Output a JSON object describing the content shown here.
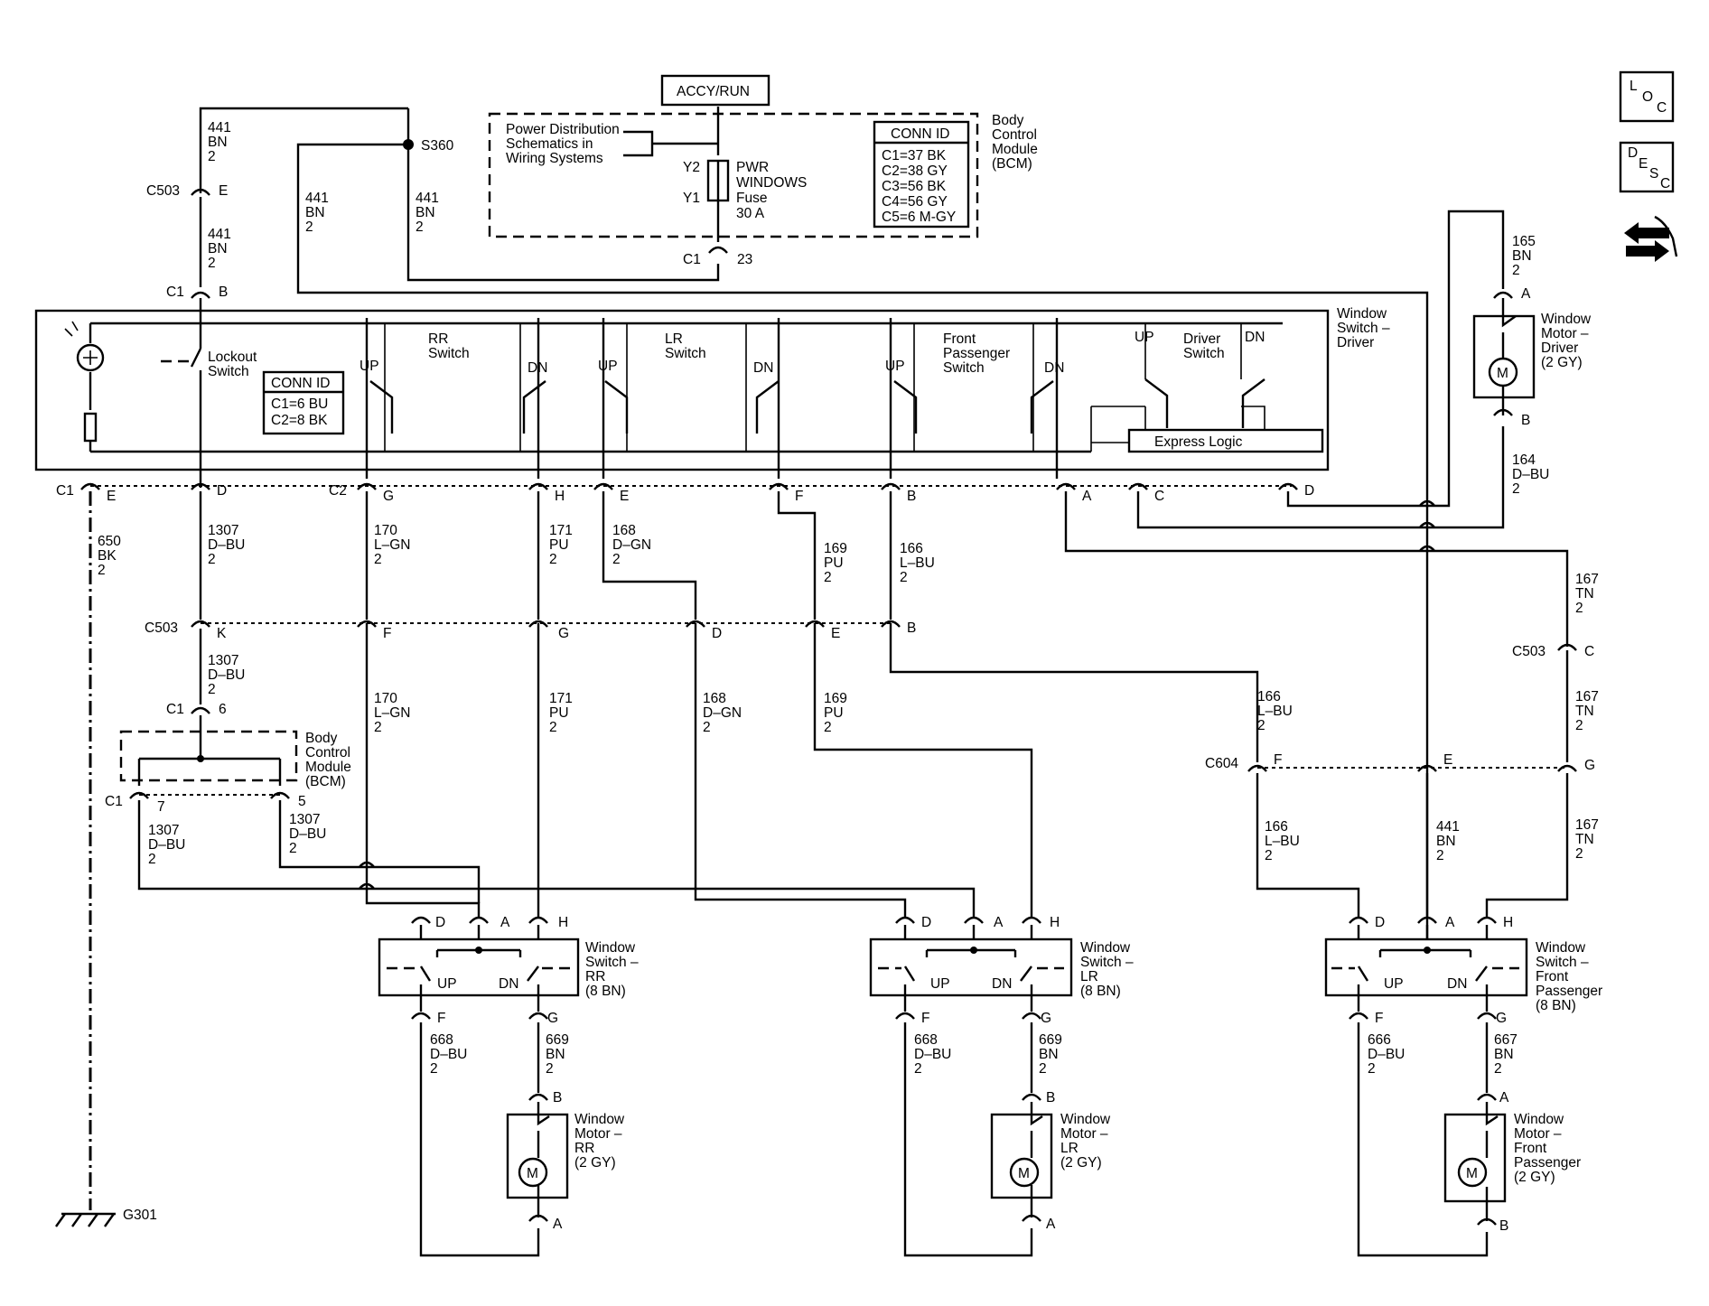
{
  "header": {
    "accy_run": "ACCY/RUN",
    "power_dist": [
      "Power Distribution",
      "Schematics in",
      "Wiring Systems"
    ],
    "bcm_label": [
      "Body",
      "Control",
      "Module",
      "(BCM)"
    ],
    "conn_id_title": "CONN ID",
    "conn_id_rows": [
      "C1=37 BK",
      "C2=38 GY",
      "C3=56 BK",
      "C4=56 GY",
      "C5=6 M-GY"
    ],
    "fuse_label": [
      "PWR",
      "WINDOWS",
      "Fuse",
      "30 A"
    ],
    "y2": "Y2",
    "y1": "Y1",
    "c1": "C1",
    "pin23": "23",
    "splice": "S360"
  },
  "side_icons": {
    "loc": [
      "L",
      "O",
      "C"
    ],
    "desc": [
      "D",
      "E",
      "S",
      "C"
    ]
  },
  "driver_switch": {
    "title": [
      "Window",
      "Switch –",
      "Driver"
    ],
    "lockout": [
      "Lockout",
      "Switch"
    ],
    "conn_id_title": "CONN ID",
    "conn_id_rows": [
      "C1=6 BU",
      "C2=8 BK"
    ],
    "rr_switch": [
      "RR",
      "Switch"
    ],
    "lr_switch": [
      "LR",
      "Switch"
    ],
    "fp_switch": [
      "Front",
      "Passenger",
      "Switch"
    ],
    "driver_sw": [
      "Driver",
      "Switch"
    ],
    "express": "Express Logic",
    "up": "UP",
    "dn": "DN"
  },
  "wire_labels": {
    "w441a": [
      "441",
      "BN",
      "2"
    ],
    "w441b": [
      "441",
      "BN",
      "2"
    ],
    "w441c": [
      "441",
      "BN",
      "2"
    ],
    "w441d": [
      "441",
      "BN",
      "2"
    ],
    "w441e": [
      "441",
      "BN",
      "2"
    ],
    "w650": [
      "650",
      "BK",
      "2"
    ],
    "w1307a": [
      "1307",
      "D–BU",
      "2"
    ],
    "w1307b": [
      "1307",
      "D–BU",
      "2"
    ],
    "w1307c": [
      "1307",
      "D–BU",
      "2"
    ],
    "w1307d": [
      "1307",
      "D–BU",
      "2"
    ],
    "w170a": [
      "170",
      "L–GN",
      "2"
    ],
    "w170b": [
      "170",
      "L–GN",
      "2"
    ],
    "w171a": [
      "171",
      "PU",
      "2"
    ],
    "w171b": [
      "171",
      "PU",
      "2"
    ],
    "w168a": [
      "168",
      "D–GN",
      "2"
    ],
    "w168b": [
      "168",
      "D–GN",
      "2"
    ],
    "w169a": [
      "169",
      "PU",
      "2"
    ],
    "w169b": [
      "169",
      "PU",
      "2"
    ],
    "w166a": [
      "166",
      "L–BU",
      "2"
    ],
    "w166b": [
      "166",
      "L–BU",
      "2"
    ],
    "w166c": [
      "166",
      "L–BU",
      "2"
    ],
    "w167a": [
      "167",
      "TN",
      "2"
    ],
    "w167b": [
      "167",
      "TN",
      "2"
    ],
    "w167c": [
      "167",
      "TN",
      "2"
    ],
    "w165": [
      "165",
      "BN",
      "2"
    ],
    "w164": [
      "164",
      "D–BU",
      "2"
    ],
    "w668a": [
      "668",
      "D–BU",
      "2"
    ],
    "w669a": [
      "669",
      "BN",
      "2"
    ],
    "w668b": [
      "668",
      "D–BU",
      "2"
    ],
    "w669b": [
      "669",
      "BN",
      "2"
    ],
    "w666": [
      "666",
      "D–BU",
      "2"
    ],
    "w667": [
      "667",
      "BN",
      "2"
    ]
  },
  "connectors": {
    "c503": "C503",
    "c1": "C1",
    "c2": "C2",
    "c604": "C604",
    "pins": {
      "E": "E",
      "B": "B",
      "D": "D",
      "G": "G",
      "H": "H",
      "F": "F",
      "A": "A",
      "C": "C",
      "K": "K",
      "p6": "6",
      "p7": "7",
      "p5": "5"
    }
  },
  "components": {
    "bcm_lower": [
      "Body",
      "Control",
      "Module",
      "(BCM)"
    ],
    "sw_rr": [
      "Window",
      "Switch –",
      "RR",
      "(8 BN)"
    ],
    "sw_lr": [
      "Window",
      "Switch –",
      "LR",
      "(8 BN)"
    ],
    "sw_fp": [
      "Window",
      "Switch –",
      "Front",
      "Passenger",
      "(8 BN)"
    ],
    "mot_rr": [
      "Window",
      "Motor –",
      "RR",
      "(2 GY)"
    ],
    "mot_lr": [
      "Window",
      "Motor –",
      "LR",
      "(2 GY)"
    ],
    "mot_fp": [
      "Window",
      "Motor –",
      "Front",
      "Passenger",
      "(2 GY)"
    ],
    "mot_drv": [
      "Window",
      "Motor –",
      "Driver",
      "(2 GY)"
    ],
    "motor_glyph": "M",
    "ground": "G301"
  }
}
